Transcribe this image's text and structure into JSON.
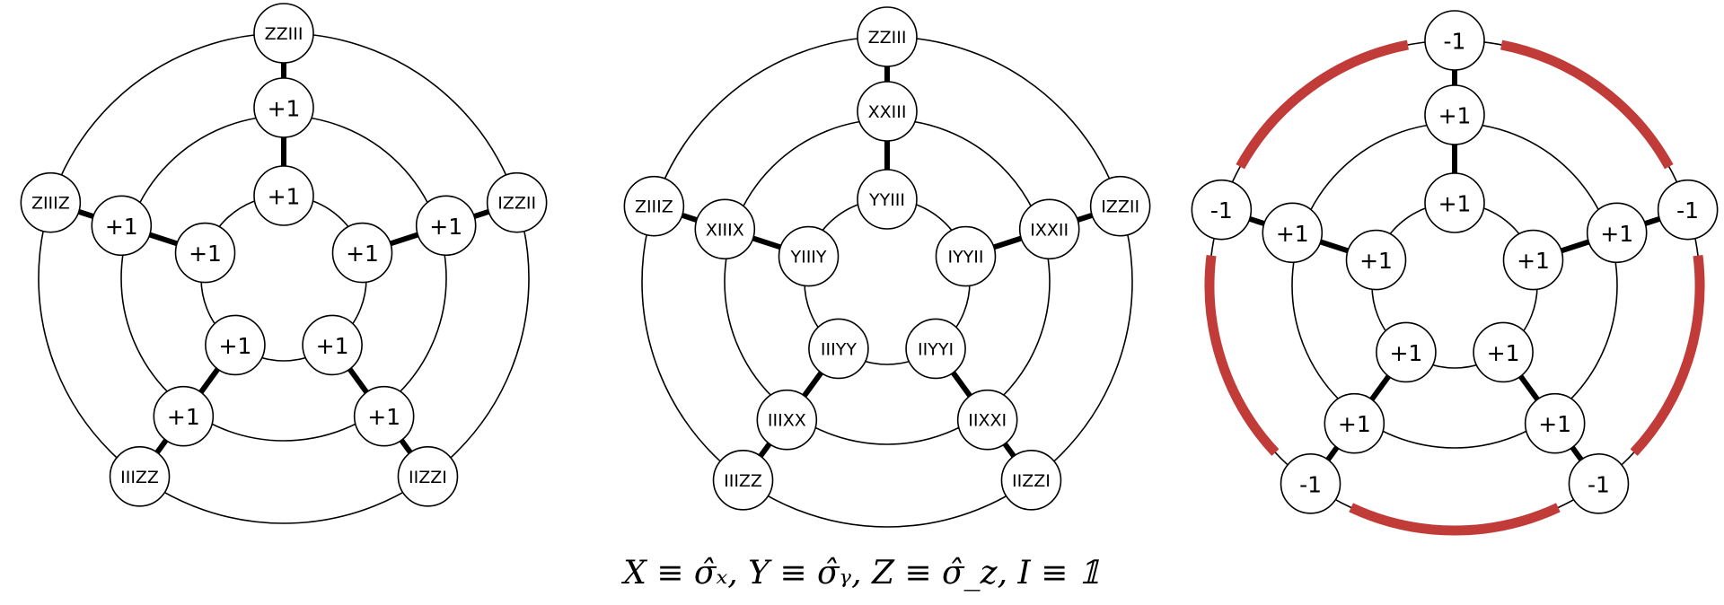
{
  "highlight_color": "#c13b38",
  "panels": [
    {
      "name": "panel-eigenvalues",
      "outer": [
        "ZZIII",
        "IZZII",
        "IIZZI",
        "IIIZZ",
        "ZIIIZ"
      ],
      "middle": [
        "+1",
        "+1",
        "+1",
        "+1",
        "+1"
      ],
      "inner": [
        "+1",
        "+1",
        "+1",
        "+1",
        "+1"
      ],
      "highlighted": false
    },
    {
      "name": "panel-operators",
      "outer": [
        "ZZIII",
        "IZZII",
        "IIZZI",
        "IIIZZ",
        "ZIIIZ"
      ],
      "middle": [
        "XXIII",
        "IXXII",
        "IIXXI",
        "IIIXX",
        "XIIIX"
      ],
      "inner": [
        "YYIII",
        "IYYII",
        "IIYYI",
        "IIIYY",
        "YIIIY"
      ],
      "highlighted": false
    },
    {
      "name": "panel-flipped",
      "outer": [
        "-1",
        "-1",
        "-1",
        "-1",
        "-1"
      ],
      "middle": [
        "+1",
        "+1",
        "+1",
        "+1",
        "+1"
      ],
      "inner": [
        "+1",
        "+1",
        "+1",
        "+1",
        "+1"
      ],
      "highlighted": true
    }
  ],
  "legend": "X ≡ σ̂ₓ,   Y ≡ σ̂ᵧ,   Z ≡ σ̂_z,   I ≡ 𝟙"
}
